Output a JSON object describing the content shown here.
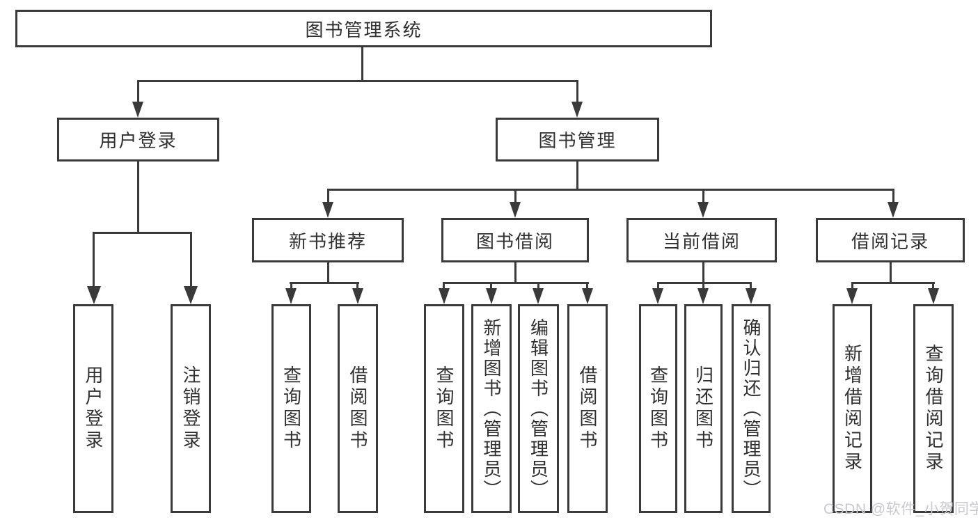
{
  "nodes": {
    "root": {
      "label": "图书管理系统"
    },
    "level2": [
      {
        "label": "用户登录"
      },
      {
        "label": "图书管理"
      }
    ],
    "level3": [
      {
        "label": "新书推荐"
      },
      {
        "label": "图书借阅"
      },
      {
        "label": "当前借阅"
      },
      {
        "label": "借阅记录"
      }
    ]
  },
  "leaves": {
    "login": [
      "用户登录",
      "注销登录"
    ],
    "recommend": [
      "查询图书",
      "借阅图书"
    ],
    "borrow": [
      "查询图书",
      "新增图书（管理员）",
      "编辑图书（管理员）",
      "借阅图书"
    ],
    "current": [
      "查询图书",
      "归还图书",
      "确认归还（管理员）"
    ],
    "records": [
      "新增借阅记录",
      "查询借阅记录"
    ]
  },
  "watermark": {
    "text": "CSDN @软件_小贺同学",
    "color": "#c9c9ce"
  },
  "colors": {
    "line": "#3a3a3a",
    "text": "#303030",
    "background": "#ffffff"
  }
}
